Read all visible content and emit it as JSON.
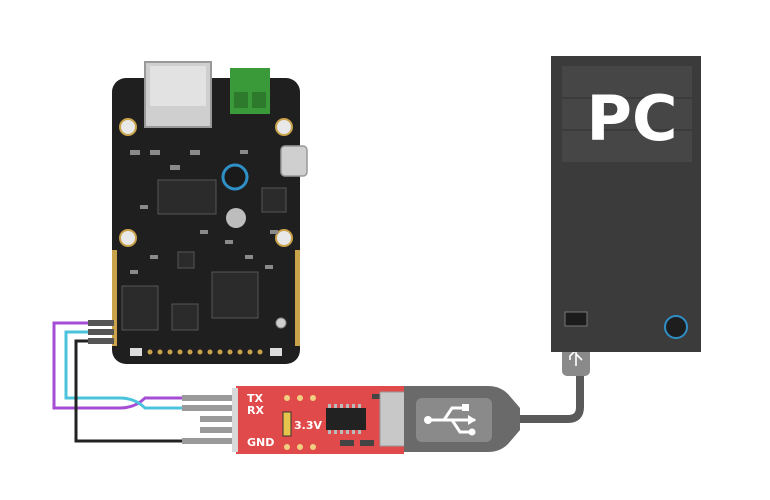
{
  "pc": {
    "label": "PC"
  },
  "usb_serial_adapter": {
    "pin_labels": [
      "TX",
      "RX",
      "GND"
    ],
    "voltage_label": "3.3V"
  },
  "colors": {
    "wire_tx": "#a64dd6",
    "wire_rx": "#4cc3dd",
    "wire_gnd": "#222222",
    "board": "#1f1f1f",
    "adapter": "#e04a4a",
    "pc_case": "#3b3b3b",
    "usb_cable": "#5a5a5a",
    "terminal_block": "#3a9a3a"
  },
  "icons": [
    "usb-icon",
    "power-button-icon"
  ]
}
